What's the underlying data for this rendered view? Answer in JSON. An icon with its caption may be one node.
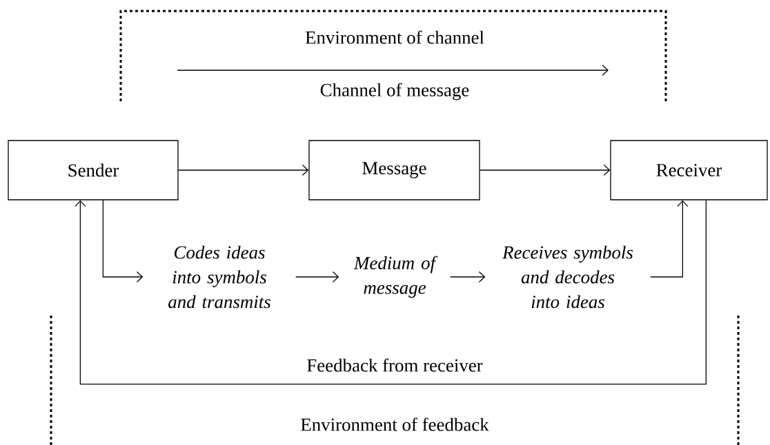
{
  "diagram": {
    "nodes": [
      {
        "text": [
          "Sender"
        ]
      },
      {
        "text": [
          "Message"
        ]
      },
      {
        "text": [
          "Receiver"
        ]
      },
      {
        "text": [
          "Codes ideas into symbols and transmits"
        ]
      },
      {
        "text": [
          "Medium of message"
        ]
      },
      {
        "text": [
          "Receives symbols and decodes into ideas"
        ]
      }
    ],
    "edges": [
      {
        "from": 0,
        "to": 1,
        "arrow": "to"
      },
      {
        "from": 1,
        "to": 2,
        "arrow": "to"
      },
      {
        "from": 0,
        "to": 3,
        "arrow": "to"
      },
      {
        "from": 3,
        "to": 4,
        "arrow": "to"
      },
      {
        "from": 4,
        "to": 5,
        "arrow": "to"
      },
      {
        "from": 5,
        "to": 2,
        "arrow": "to"
      },
      {
        "from": 2,
        "to": 0,
        "arrow": "to",
        "label": "Feedback from receiver"
      }
    ],
    "labels": [
      "Environment of channel",
      "Channel of message",
      "Environment of feedback"
    ]
  }
}
